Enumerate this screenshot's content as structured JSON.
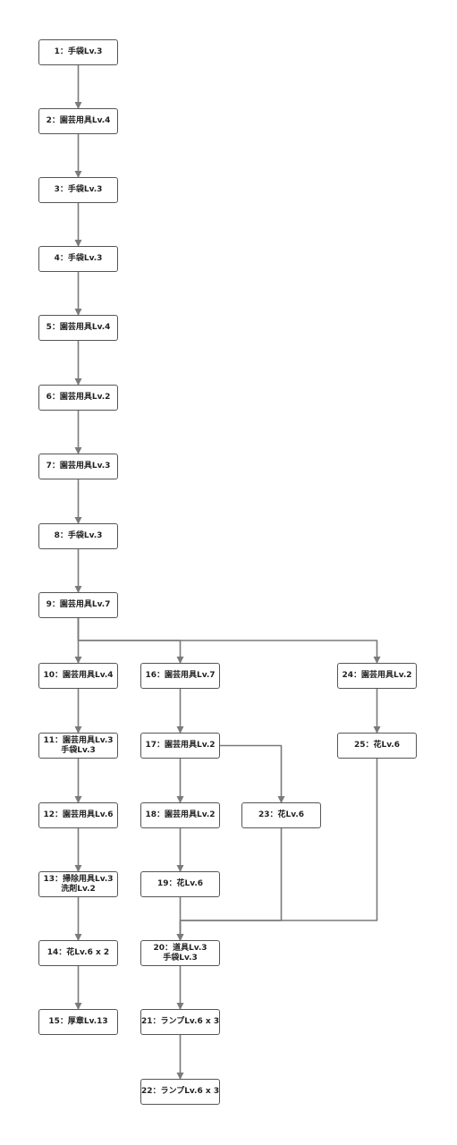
{
  "colors": {
    "edge": "#7a7a7a",
    "border": "#555555",
    "text": "#222222",
    "fill": "#ffffff"
  },
  "nodes": {
    "n1": {
      "line1": "1：手袋Lv.3"
    },
    "n2": {
      "line1": "2：園芸用具Lv.4"
    },
    "n3": {
      "line1": "3：手袋Lv.3"
    },
    "n4": {
      "line1": "4：手袋Lv.3"
    },
    "n5": {
      "line1": "5：園芸用具Lv.4"
    },
    "n6": {
      "line1": "6：園芸用具Lv.2"
    },
    "n7": {
      "line1": "7：園芸用具Lv.3"
    },
    "n8": {
      "line1": "8：手袋Lv.3"
    },
    "n9": {
      "line1": "9：園芸用具Lv.7"
    },
    "n10": {
      "line1": "10：園芸用具Lv.4"
    },
    "n11": {
      "line1": "11：園芸用具Lv.3",
      "line2": "手袋Lv.3"
    },
    "n12": {
      "line1": "12：園芸用具Lv.6"
    },
    "n13": {
      "line1": "13：掃除用具Lv.3",
      "line2": "洗剤Lv.2"
    },
    "n14": {
      "line1": "14：花Lv.6 x 2"
    },
    "n15": {
      "line1": "15：厚章Lv.13"
    },
    "n16": {
      "line1": "16：園芸用具Lv.7"
    },
    "n17": {
      "line1": "17：園芸用具Lv.2"
    },
    "n18": {
      "line1": "18：園芸用具Lv.2"
    },
    "n19": {
      "line1": "19：花Lv.6"
    },
    "n20": {
      "line1": "20：道具Lv.3",
      "line2": "手袋Lv.3"
    },
    "n21": {
      "line1": "21：ランプLv.6 x 3"
    },
    "n22": {
      "line1": "22：ランプLv.6 x 3"
    },
    "n23": {
      "line1": "23：花Lv.6"
    },
    "n24": {
      "line1": "24：園芸用具Lv.2"
    },
    "n25": {
      "line1": "25：花Lv.6"
    }
  },
  "edges": [
    [
      "n1",
      "n2"
    ],
    [
      "n2",
      "n3"
    ],
    [
      "n3",
      "n4"
    ],
    [
      "n4",
      "n5"
    ],
    [
      "n5",
      "n6"
    ],
    [
      "n6",
      "n7"
    ],
    [
      "n7",
      "n8"
    ],
    [
      "n8",
      "n9"
    ],
    [
      "n9",
      "n10"
    ],
    [
      "n9",
      "n16"
    ],
    [
      "n9",
      "n24"
    ],
    [
      "n10",
      "n11"
    ],
    [
      "n11",
      "n12"
    ],
    [
      "n12",
      "n13"
    ],
    [
      "n13",
      "n14"
    ],
    [
      "n14",
      "n15"
    ],
    [
      "n16",
      "n17"
    ],
    [
      "n17",
      "n18"
    ],
    [
      "n17",
      "n23"
    ],
    [
      "n18",
      "n19"
    ],
    [
      "n19",
      "n20"
    ],
    [
      "n23",
      "n20"
    ],
    [
      "n25",
      "n20"
    ],
    [
      "n24",
      "n25"
    ],
    [
      "n20",
      "n21"
    ],
    [
      "n21",
      "n22"
    ]
  ]
}
